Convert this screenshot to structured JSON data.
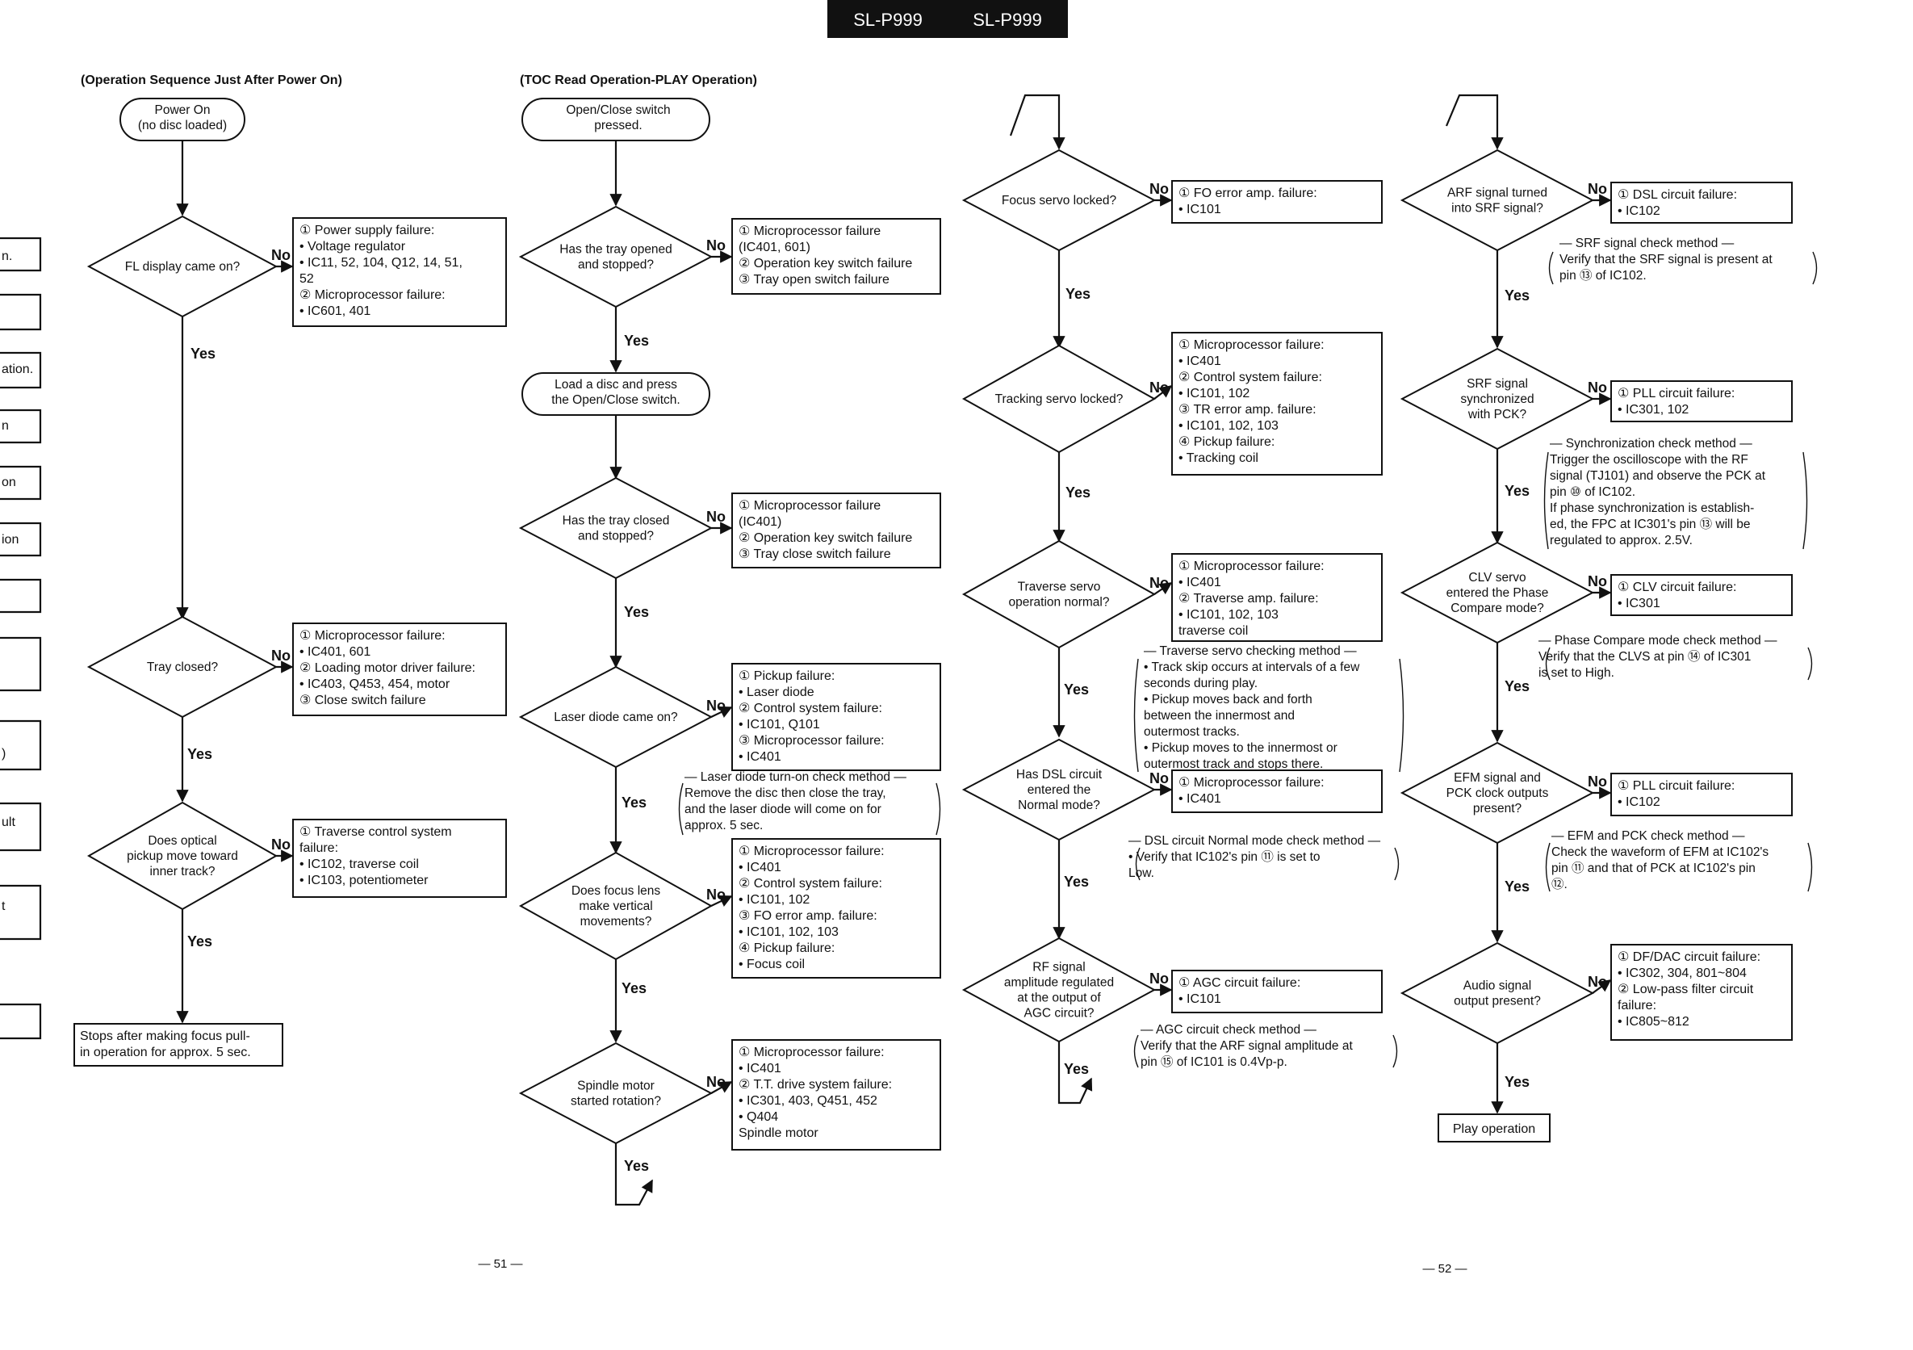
{
  "header": {
    "model_left": "SL-P999",
    "model_right": "SL-P999"
  },
  "page_numbers": {
    "left": "— 51 —",
    "right": "— 52 —"
  },
  "labels": {
    "yes": "Yes",
    "no": "No"
  },
  "left_margin_fragments": [
    "n.",
    "ation.",
    "n",
    "on",
    "ion",
    ")",
    "ult",
    "t"
  ],
  "col1": {
    "title": "(Operation Sequence Just After Power On)",
    "start": [
      "Power On",
      "(no disc loaded)"
    ],
    "decisions": [
      {
        "text": [
          "FL display came on?"
        ],
        "box": [
          "① Power supply failure:",
          "• Voltage regulator",
          "• IC11, 52, 104, Q12, 14, 51,",
          "52",
          "② Microprocessor failure:",
          "• IC601, 401"
        ]
      },
      {
        "text": [
          "Tray closed?"
        ],
        "box": [
          "① Microprocessor failure:",
          "• IC401, 601",
          "② Loading motor driver failure:",
          "• IC403, Q453, 454, motor",
          "③ Close switch failure"
        ]
      },
      {
        "text": [
          "Does optical",
          "pickup move toward",
          "inner track?"
        ],
        "box": [
          "① Traverse control system",
          "failure:",
          "• IC102, traverse coil",
          "• IC103, potentiometer"
        ]
      }
    ],
    "end": [
      "Stops after making focus pull-",
      "in operation for approx. 5 sec."
    ]
  },
  "col2": {
    "title": "(TOC Read Operation-PLAY Operation)",
    "start": [
      "Open/Close switch",
      "pressed."
    ],
    "middle": [
      "Load a disc and press",
      "the Open/Close switch."
    ],
    "decisions": [
      {
        "text": [
          "Has the tray opened",
          "and stopped?"
        ],
        "box": [
          "① Microprocessor failure",
          "(IC401, 601)",
          "② Operation key switch failure",
          "③ Tray open switch failure"
        ]
      },
      {
        "text": [
          "Has the tray closed",
          "and stopped?"
        ],
        "box": [
          "① Microprocessor failure",
          "(IC401)",
          "② Operation key switch failure",
          "③ Tray close switch failure"
        ]
      },
      {
        "text": [
          "Laser diode came on?"
        ],
        "box": [
          "① Pickup failure:",
          "• Laser diode",
          "② Control system failure:",
          "• IC101, Q101",
          "③ Microprocessor failure:",
          "• IC401"
        ]
      },
      {
        "text": [
          "Does focus lens",
          "make vertical",
          "movements?"
        ],
        "box": [
          "① Microprocessor failure:",
          "• IC401",
          "② Control system failure:",
          "• IC101, 102",
          "③ FO error amp. failure:",
          "• IC101, 102, 103",
          "④ Pickup failure:",
          "• Focus coil"
        ]
      },
      {
        "text": [
          "Spindle motor",
          "started rotation?"
        ],
        "box": [
          "① Microprocessor failure:",
          "• IC401",
          "② T.T. drive system failure:",
          "• IC301, 403, Q451, 452",
          "• Q404",
          "Spindle motor"
        ]
      }
    ],
    "note_laser": [
      "— Laser diode turn-on check method —",
      "Remove the disc then close the tray,",
      "and the laser diode will come on for",
      "approx. 5 sec."
    ]
  },
  "col3": {
    "decisions": [
      {
        "text": [
          "Focus servo locked?"
        ],
        "box": [
          "① FO error amp. failure:",
          "• IC101"
        ]
      },
      {
        "text": [
          "Tracking servo locked?"
        ],
        "box": [
          "① Microprocessor failure:",
          "• IC401",
          "② Control system failure:",
          "• IC101, 102",
          "③ TR error amp. failure:",
          "• IC101, 102, 103",
          "④ Pickup failure:",
          "• Tracking coil"
        ]
      },
      {
        "text": [
          "Traverse servo",
          "operation normal?"
        ],
        "box": [
          "① Microprocessor failure:",
          "• IC401",
          "② Traverse amp. failure:",
          "• IC101, 102, 103",
          "traverse coil"
        ]
      },
      {
        "text": [
          "Has DSL circuit",
          "entered the",
          "Normal mode?"
        ],
        "box": [
          "① Microprocessor failure:",
          "• IC401"
        ]
      },
      {
        "text": [
          "RF signal",
          "amplitude regulated",
          "at the output of",
          "AGC circuit?"
        ],
        "box": [
          "① AGC circuit failure:",
          "• IC101"
        ]
      }
    ],
    "note_traverse": [
      "— Traverse servo checking method —",
      "• Track skip occurs at intervals of a few",
      "seconds during play.",
      "• Pickup moves back and forth",
      "between the innermost and",
      "outermost tracks.",
      "• Pickup moves to the innermost or",
      "outermost track and stops there."
    ],
    "note_dsl": [
      "— DSL circuit Normal mode check method —",
      "• Verify that IC102's pin ⑪ is set to",
      "Low."
    ],
    "note_agc": [
      "— AGC circuit check method —",
      "Verify that the ARF signal amplitude at",
      "pin ⑮ of IC101 is 0.4Vp-p."
    ]
  },
  "col4": {
    "decisions": [
      {
        "text": [
          "ARF signal turned",
          "into SRF signal?"
        ],
        "box": [
          "① DSL circuit failure:",
          "• IC102"
        ]
      },
      {
        "text": [
          "SRF signal",
          "synchronized",
          "with PCK?"
        ],
        "box": [
          "① PLL circuit failure:",
          "• IC301, 102"
        ]
      },
      {
        "text": [
          "CLV servo",
          "entered the Phase",
          "Compare mode?"
        ],
        "box": [
          "① CLV circuit failure:",
          "• IC301"
        ]
      },
      {
        "text": [
          "EFM signal and",
          "PCK clock outputs",
          "present?"
        ],
        "box": [
          "① PLL circuit failure:",
          "• IC102"
        ]
      },
      {
        "text": [
          "Audio signal",
          "output present?"
        ],
        "box": [
          "① DF/DAC circuit failure:",
          "• IC302, 304, 801~804",
          "② Low-pass filter circuit",
          "failure:",
          "• IC805~812"
        ]
      }
    ],
    "note_srf": [
      "— SRF signal check method —",
      "Verify that the SRF signal is present at",
      "pin ⑬ of IC102."
    ],
    "note_sync": [
      "— Synchronization check method —",
      "Trigger the oscilloscope with the RF",
      "signal (TJ101) and observe the PCK at",
      "pin ⑩ of IC102.",
      "If phase synchronization is establish-",
      "ed, the FPC at IC301's pin ⑬ will be",
      "regulated to approx. 2.5V."
    ],
    "note_phase": [
      "— Phase Compare mode check method —",
      "Verify that the CLVS at pin ⑭ of IC301",
      "is set to High."
    ],
    "note_efm": [
      "— EFM and PCK check method —",
      "Check the waveform of EFM at IC102's",
      "pin ⑪ and that of PCK at IC102's pin",
      "⑫."
    ],
    "end": [
      "Play operation"
    ]
  }
}
